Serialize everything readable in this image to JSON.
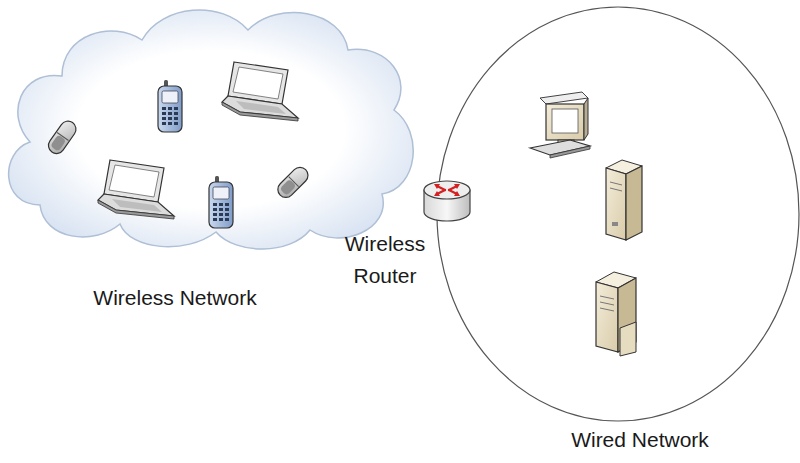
{
  "diagram": {
    "nodes": [
      {
        "text": [
          "Wireless Network"
        ]
      },
      {
        "text": [
          "Wireless Router"
        ]
      },
      {
        "text": [
          "Wired Network"
        ]
      }
    ]
  }
}
